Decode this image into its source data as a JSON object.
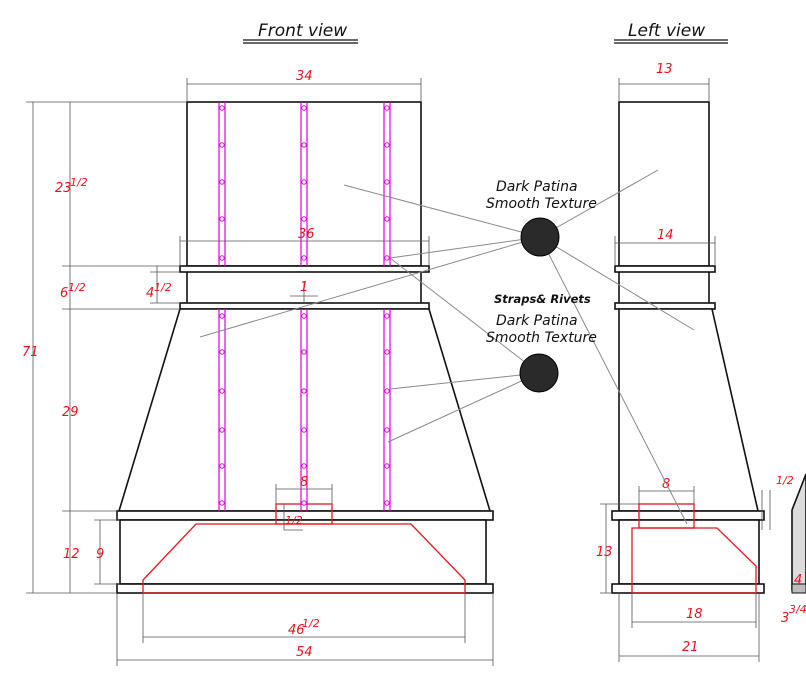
{
  "views": {
    "front_title": "Front view",
    "left_title": "Left view"
  },
  "callouts": {
    "top_line1": "Dark Patina",
    "top_line2": "Smooth Texture",
    "straps": "Straps& Rivets",
    "bottom_line1": "Dark Patina",
    "bottom_line2": "Smooth Texture"
  },
  "front_dims": {
    "top_width": "34",
    "band_width": "36",
    "total_height": "71",
    "chimney_height_whole": "23",
    "chimney_height_frac": "1/2",
    "band_height_whole": "6",
    "band_height_frac": "1/2",
    "band_inner_whole": "4",
    "band_inner_frac": "1/2",
    "gap": "1",
    "taper_height": "29",
    "base_height": "12",
    "base_inner_height": "9",
    "notch_width": "8",
    "notch_frac": "1/2",
    "bottom_inner_whole": "46",
    "bottom_inner_frac": "1/2",
    "bottom_width": "54"
  },
  "left_dims": {
    "top_depth": "13",
    "band_depth": "14",
    "notch_width": "8",
    "base_height": "13",
    "bottom_inner": "18",
    "bottom_depth": "21",
    "edge_frac": "1/2",
    "partial_whole": "3",
    "partial_frac": "3/4",
    "partial_4": "4"
  },
  "colors": {
    "outline": "#111111",
    "dimension": "#e8141e",
    "straps": "#e000e0",
    "swatch": "#2a2a2a"
  }
}
